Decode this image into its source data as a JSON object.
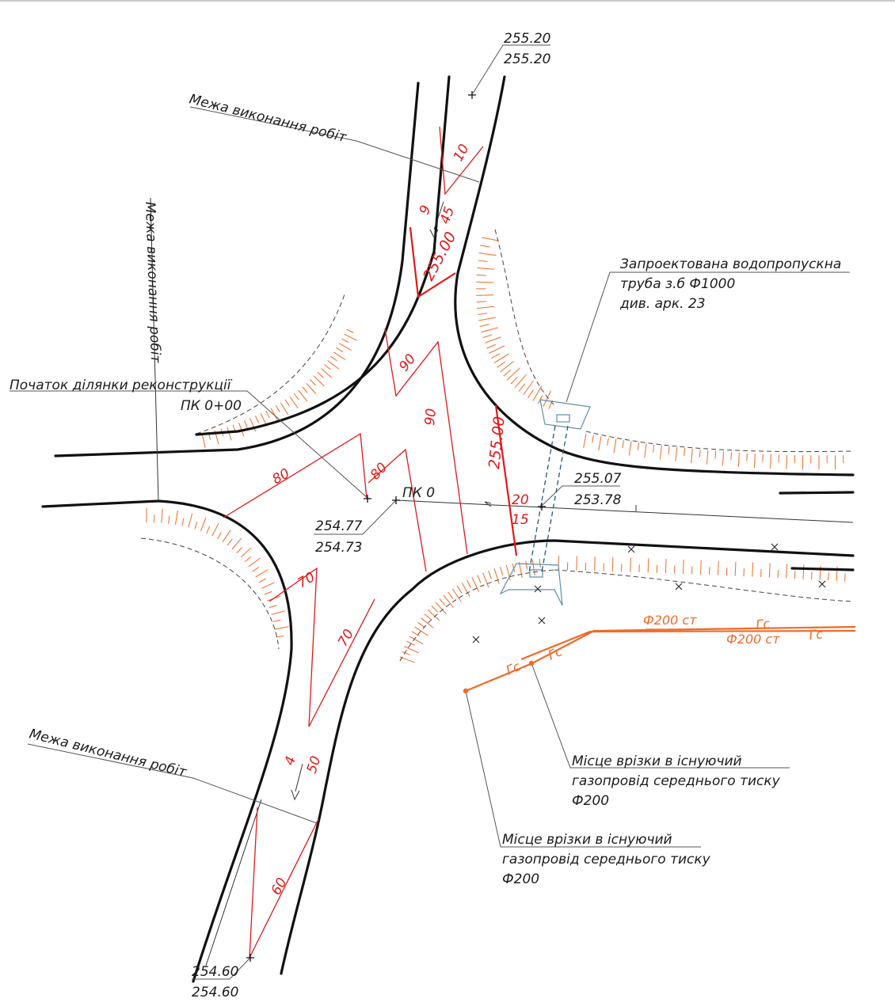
{
  "labels": {
    "work_limit_top": "Межа виконання робіт",
    "work_limit_left": "Межа виконання робіт",
    "work_limit_bottom": "Межа виконання робіт",
    "start_section": "Початок ділянки реконструкції",
    "pk_start": "ПК 0+00",
    "pk0": "ПК 0",
    "culvert_line1": "Запроектована водопропускна",
    "culvert_line2": "труба з.б Ф1000",
    "culvert_line3": "див. арк. 23",
    "gas_tie1_line1": "Місце врізки в існуючий",
    "gas_tie1_line2": "газопровід середнього тиску",
    "gas_tie1_line3": "Ф200",
    "gas_tie2_line1": "Місце врізки в існуючий",
    "gas_tie2_line2": "газопровід середнього тиску",
    "gas_tie2_line3": "Ф200"
  },
  "elevations": {
    "top": [
      "255.20",
      "255.20"
    ],
    "right": [
      "255.07",
      "253.78"
    ],
    "center": [
      "254.77",
      "254.73"
    ],
    "bottom": [
      "254.60",
      "254.60"
    ]
  },
  "red_labels": {
    "contour_top": "255.00",
    "contour_right": "255.00",
    "n10": "10",
    "n9": "9",
    "n45": "45",
    "n90a": "90",
    "n90b": "90",
    "n80a": "80",
    "n80b": "80",
    "n20": "20",
    "n15": "15",
    "n70a": "70",
    "n70b": "70",
    "n4": "4",
    "n50": "50",
    "n60": "60"
  },
  "gas": {
    "pipe_upper": "Ф200 ст",
    "pipe_lower": "Ф200 ст",
    "gc1": "Гс",
    "gc2": "Гс",
    "gc3": "Гс",
    "gc4": "Гс"
  },
  "colors": {
    "road": "#111111",
    "red_lines": "#e01919",
    "orange_gas": "#ef6a28",
    "culvert": "#1d5a73"
  }
}
